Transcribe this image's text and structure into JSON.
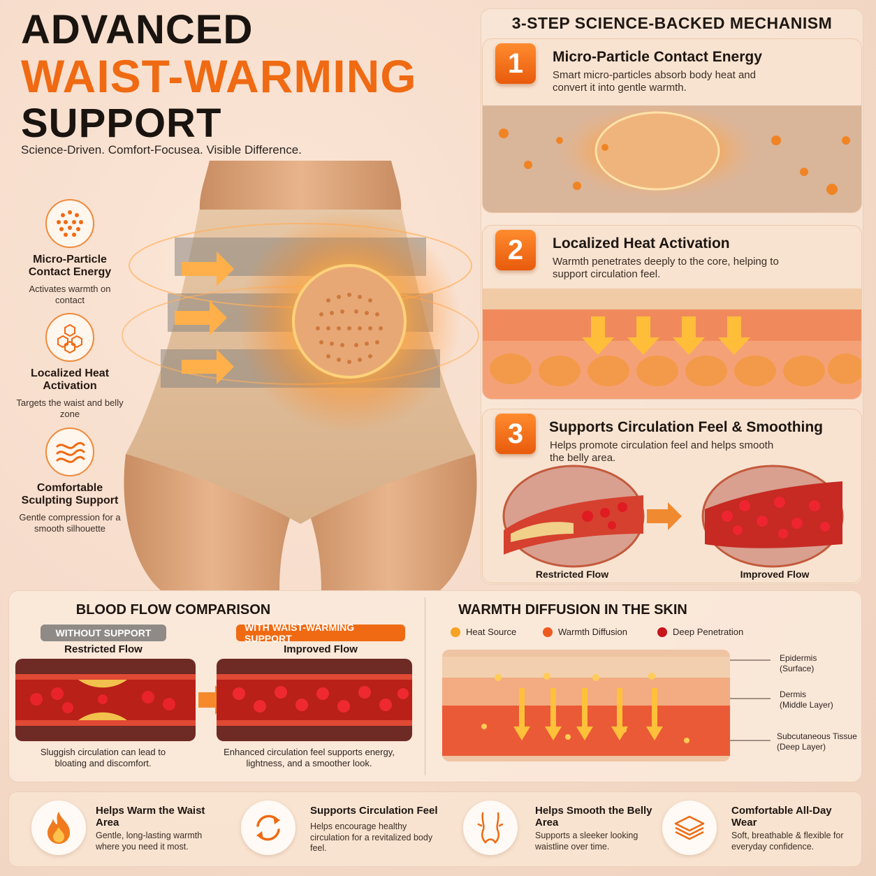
{
  "headline": {
    "line1": "ADVANCED",
    "line2": "WAIST-WARMING",
    "line3": "SUPPORT",
    "tagline": "Science-Driven. Comfort-Focusea. Visible Difference."
  },
  "left_features": [
    {
      "icon": "particles-icon",
      "title": "Micro-Particle Contact Energy",
      "subtitle": "Activates warmth on contact"
    },
    {
      "icon": "honeycomb-icon",
      "title": "Localized Heat Activation",
      "subtitle": "Targets the waist and belly zone"
    },
    {
      "icon": "waves-icon",
      "title": "Comfortable Sculpting Support",
      "subtitle": "Gentle compression for a smooth silhouette"
    }
  ],
  "mechanism": {
    "title": "3-STEP SCIENCE-BACKED MECHANISM",
    "steps": [
      {
        "number": "1",
        "title": "Micro-Particle Contact Energy",
        "subtitle": "Smart micro-particles absorb body heat and convert it into gentle warmth."
      },
      {
        "number": "2",
        "title": "Localized Heat Activation",
        "subtitle": "Warmth penetrates deeply to the core, helping to support circulation feel."
      },
      {
        "number": "3",
        "title": "Supports Circulation Feel & Smoothing",
        "subtitle": "Helps promote circulation feel and helps smooth the belly area.",
        "label_before": "Restricted Flow",
        "label_after": "Improved Flow"
      }
    ]
  },
  "blood_flow": {
    "title": "BLOOD FLOW COMPARISON",
    "without_pill": "WITHOUT SUPPORT",
    "with_pill": "WITH WAIST-WARMING SUPPORT",
    "without_label": "Restricted Flow",
    "with_label": "Improved Flow",
    "without_caption": "Sluggish circulation can lead to bloating and discomfort.",
    "with_caption": "Enhanced circulation feel supports energy, lightness, and a smoother look."
  },
  "warmth": {
    "title": "WARMTH DIFFUSION IN THE SKIN",
    "legend": [
      {
        "label": "Heat Source",
        "color": "#f6a324"
      },
      {
        "label": "Warmth Diffusion",
        "color": "#ef5a1e"
      },
      {
        "label": "Deep Penetration",
        "color": "#c8141b"
      }
    ],
    "layers": [
      {
        "name": "Epidermis",
        "note": "(Surface)"
      },
      {
        "name": "Dermis",
        "note": "(Middle Layer)"
      },
      {
        "name": "Subcutaneous Tissue",
        "note": "(Deep Layer)"
      }
    ]
  },
  "benefits": [
    {
      "icon": "flame-icon",
      "title": "Helps Warm the Waist Area",
      "subtitle": "Gentle, long-lasting warmth where you need it most."
    },
    {
      "icon": "cycle-arrows-icon",
      "title": "Supports Circulation Feel",
      "subtitle": "Helps encourage healthy circulation for a revitalized body feel."
    },
    {
      "icon": "waistline-icon",
      "title": "Helps Smooth the Belly Area",
      "subtitle": "Supports a sleeker looking waistline over time."
    },
    {
      "icon": "layers-icon",
      "title": "Comfortable All-Day Wear",
      "subtitle": "Soft, breathable & flexible for everyday confidence."
    }
  ],
  "colors": {
    "accent": "#ef6a12",
    "dark": "#1a1410",
    "artery": "#c8201e"
  }
}
